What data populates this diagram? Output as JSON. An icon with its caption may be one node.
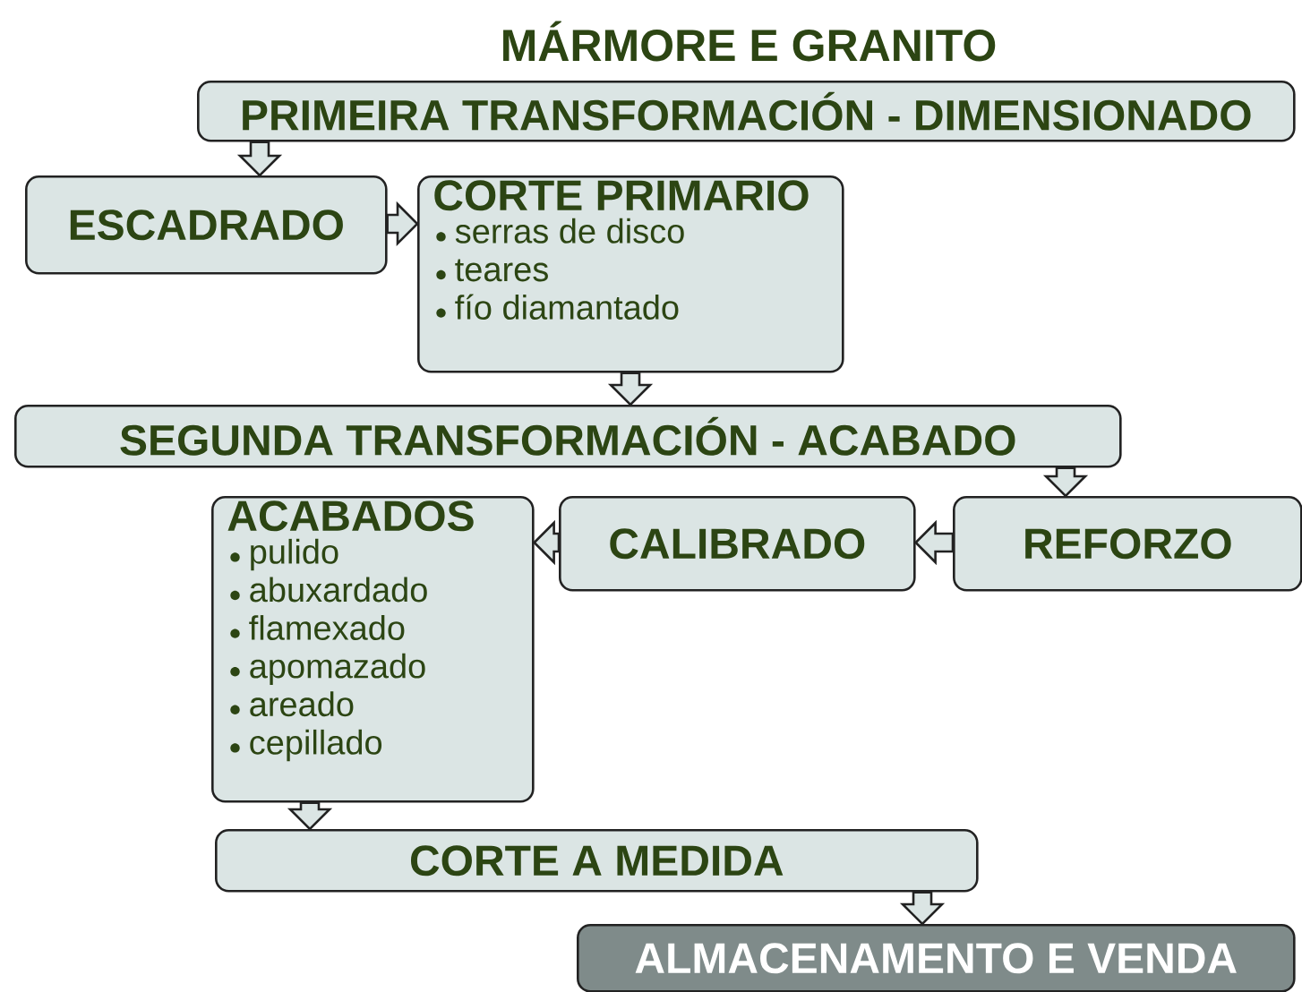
{
  "diagram": {
    "title": "MÁRMORE E GRANITO",
    "nodes": [
      {
        "text": [
          "PRIMEIRA TRANSFORMACIÓN - DIMENSIONADO"
        ]
      },
      {
        "text": [
          "ESCADRADO"
        ]
      },
      {
        "text": [
          "CORTE PRIMARIO",
          "serras de disco",
          "teares",
          "fío diamantado"
        ]
      },
      {
        "text": [
          "SEGUNDA TRANSFORMACIÓN - ACABADO"
        ]
      },
      {
        "text": [
          "REFORZO"
        ]
      },
      {
        "text": [
          "CALIBRADO"
        ]
      },
      {
        "text": [
          "ACABADOS",
          "pulido",
          "abuxardado",
          "flamexado",
          "apomazado",
          "areado",
          "cepillado"
        ]
      },
      {
        "text": [
          "CORTE A MEDIDA"
        ]
      },
      {
        "text": [
          "ALMACENAMENTO E VENDA"
        ]
      }
    ],
    "edges": [
      {
        "from": 0,
        "to": 1,
        "arrow": "to"
      },
      {
        "from": 1,
        "to": 2,
        "arrow": "to"
      },
      {
        "from": 2,
        "to": 3,
        "arrow": "to"
      },
      {
        "from": 3,
        "to": 4,
        "arrow": "to"
      },
      {
        "from": 4,
        "to": 5,
        "arrow": "to"
      },
      {
        "from": 5,
        "to": 6,
        "arrow": "to"
      },
      {
        "from": 6,
        "to": 7,
        "arrow": "to"
      },
      {
        "from": 7,
        "to": 8,
        "arrow": "to"
      }
    ]
  }
}
